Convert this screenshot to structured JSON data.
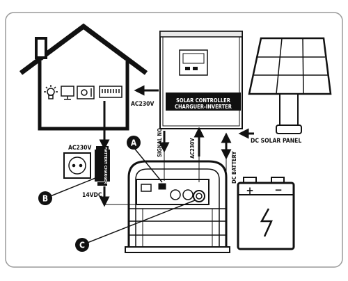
{
  "inverter": {
    "label_line1": "SOLAR CONTROLLER",
    "label_line2": "CHARGUER-INVERTER"
  },
  "labels": {
    "ac230v_house": "AC230V",
    "ac230v_socket": "AC230V",
    "dc_solar_panel": "DC SOLAR PANEL",
    "signal_no": "SIGNAL NO",
    "ac230v_gen": "AC230V",
    "dc_battery": "DC BATTERY",
    "dc_14v": "14VDC",
    "battery_charger": "BATTERY CHARGER"
  },
  "markers": {
    "a": "A",
    "b": "B",
    "c": "C"
  },
  "battery": {
    "plus": "+",
    "minus": "−"
  },
  "icons": [
    "house-icon",
    "lightbulb-icon",
    "tv-icon",
    "microwave-icon",
    "appliance-icon",
    "solar-panel-icon",
    "battery-icon",
    "generator-icon",
    "wall-socket-icon",
    "inverter-icon"
  ],
  "colors": {
    "line": "#111111",
    "background": "#ffffff",
    "frame": "#9a9a9a"
  }
}
